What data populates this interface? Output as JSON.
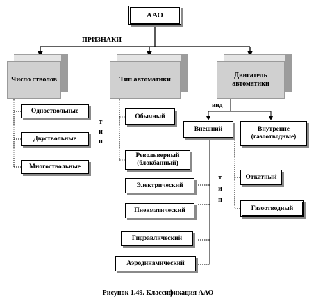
{
  "root": {
    "title": "ААО"
  },
  "priznaki_label": "ПРИЗНАКИ",
  "categories": [
    {
      "title": "Число стволов"
    },
    {
      "title": "Тип автоматики"
    },
    {
      "title": "Двигатель автоматики"
    }
  ],
  "barrels": [
    {
      "label": "Одноствольные"
    },
    {
      "label": "Двуствольные"
    },
    {
      "label": "Многоствольные"
    }
  ],
  "automation_types": [
    {
      "label": "Обычный"
    },
    {
      "label": "Револьверный (блокбанный)"
    }
  ],
  "vid_label": "вид",
  "engine_kinds": [
    {
      "label": "Внешний"
    },
    {
      "label": "Внутренне (газоотводные)"
    }
  ],
  "external_drives": [
    {
      "label": "Электрический"
    },
    {
      "label": "Пневматический"
    },
    {
      "label": "Гидравлический"
    },
    {
      "label": "Аэродинамический"
    }
  ],
  "internal_types": [
    {
      "label": "Откатный"
    },
    {
      "label": "Газоотводный"
    }
  ],
  "tip_letters": [
    "т",
    "и",
    "п"
  ],
  "caption": "Рисунок 1.49. Классификация ААО"
}
